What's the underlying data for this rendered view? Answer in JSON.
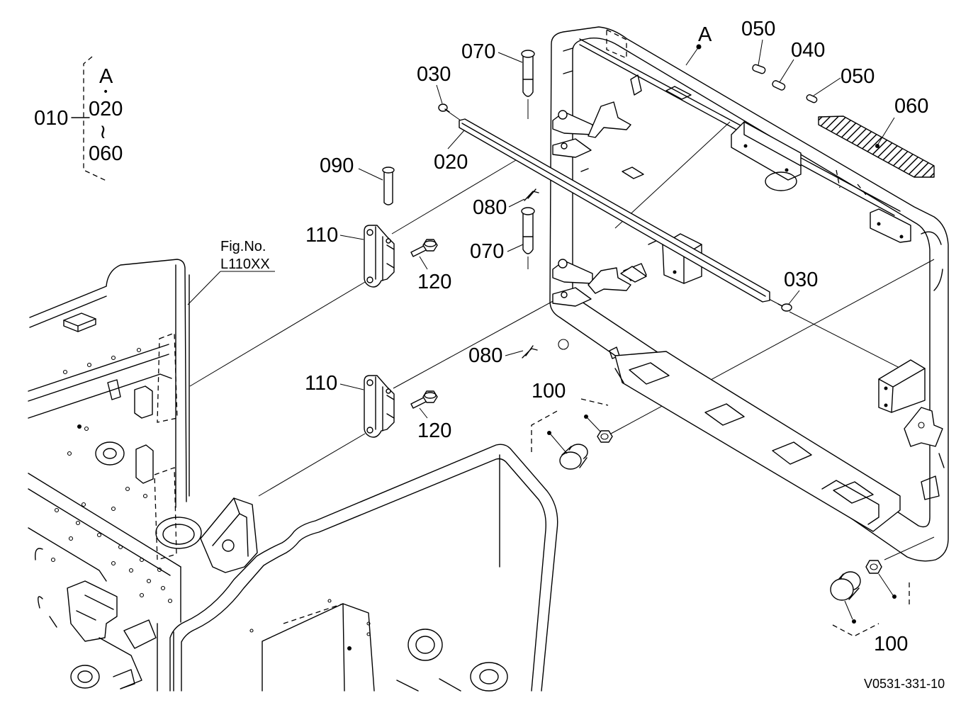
{
  "figure": {
    "assembly_set": {
      "number": "010",
      "items": [
        "A",
        "•",
        "020",
        "≀",
        "060"
      ]
    },
    "reference": {
      "label": "Fig.No.",
      "number": "L110XX"
    },
    "callouts": [
      "070",
      "030",
      "020",
      "090",
      "080",
      "070",
      "110",
      "120",
      "110",
      "120",
      "080",
      "100",
      "030",
      "A",
      "050",
      "040",
      "050",
      "060",
      "100"
    ],
    "drawing_number": "V0531-331-10"
  }
}
